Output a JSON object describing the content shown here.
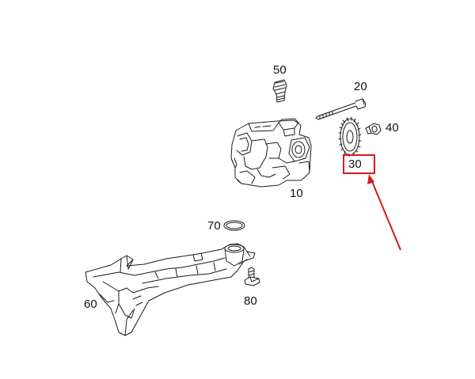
{
  "callouts": {
    "c10": "10",
    "c20": "20",
    "c30": "30",
    "c40": "40",
    "c50": "50",
    "c60": "60",
    "c70": "70",
    "c80": "80"
  },
  "highlighted_callout": "30",
  "colors": {
    "line": "#1a1a1a",
    "highlight": "#d61a1a",
    "background": "#ffffff"
  }
}
